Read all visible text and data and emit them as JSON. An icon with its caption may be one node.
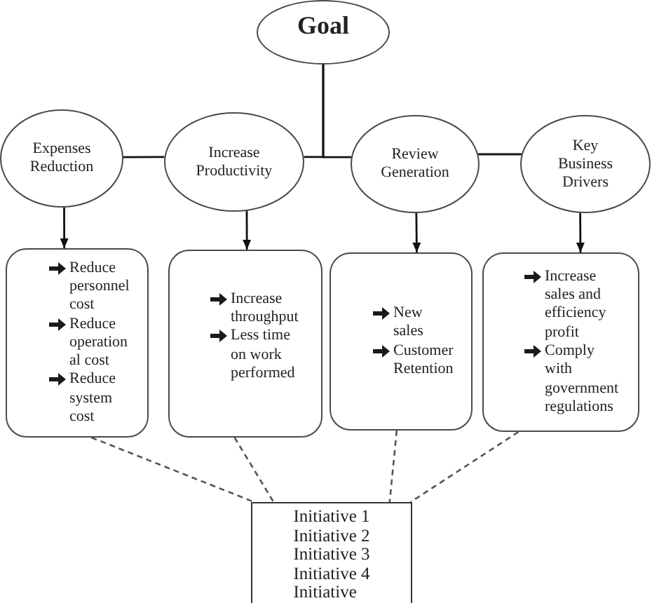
{
  "diagram": {
    "nodes": [
      {
        "text": [
          "Goal"
        ]
      },
      {
        "text": [
          "Expenses Reduction"
        ]
      },
      {
        "text": [
          "Increase Productivity"
        ]
      },
      {
        "text": [
          "Review Generation"
        ]
      },
      {
        "text": [
          "Key Business Drivers"
        ]
      },
      {
        "text": [
          "Reduce personnel cost",
          "Reduce operational cost",
          "Reduce system cost"
        ]
      },
      {
        "text": [
          "Increase throughput",
          "Less time on work performed"
        ]
      },
      {
        "text": [
          "New sales",
          "Customer Retention"
        ]
      },
      {
        "text": [
          "Increase sales and efficiency profit",
          "Comply with government regulations"
        ]
      },
      {
        "text": [
          "Initiative 1",
          "Initiative 2",
          "Initiative 3",
          "Initiative 4",
          "Initiative"
        ]
      }
    ],
    "edges": [
      {
        "from": 0,
        "to": 2,
        "arrow": "none"
      },
      {
        "from": 0,
        "to": 3,
        "arrow": "none"
      },
      {
        "from": 1,
        "to": 2,
        "arrow": "none"
      },
      {
        "from": 3,
        "to": 4,
        "arrow": "none"
      },
      {
        "from": 1,
        "to": 5,
        "arrow": "to"
      },
      {
        "from": 2,
        "to": 6,
        "arrow": "to"
      },
      {
        "from": 3,
        "to": 7,
        "arrow": "to"
      },
      {
        "from": 4,
        "to": 8,
        "arrow": "to"
      },
      {
        "from": 5,
        "to": 9,
        "arrow": "none",
        "style": "dashed",
        "color": "#555555"
      },
      {
        "from": 6,
        "to": 9,
        "arrow": "none",
        "style": "dashed",
        "color": "#555555"
      },
      {
        "from": 7,
        "to": 9,
        "arrow": "none",
        "style": "dashed",
        "color": "#555555"
      },
      {
        "from": 8,
        "to": 9,
        "arrow": "none",
        "style": "dashed",
        "color": "#555555"
      }
    ]
  }
}
